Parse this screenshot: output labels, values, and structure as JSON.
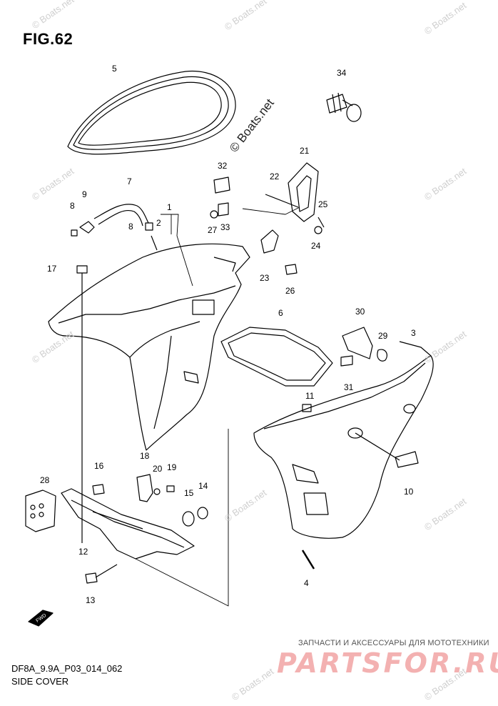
{
  "figure": {
    "title": "FIG.62",
    "code": "DF8A_9.9A_P03_014_062",
    "caption": "SIDE COVER",
    "direction_tag": "FWD"
  },
  "watermarks": {
    "site": "© Boats.net",
    "shop_line": "ЗАПЧАСТИ И АКСЕССУАРЫ ДЛЯ МОТОТЕХНИКИ",
    "shop_logo": "PARTSFOR.RU"
  },
  "callouts": [
    "1",
    "2",
    "3",
    "4",
    "5",
    "6",
    "7",
    "8",
    "8",
    "9",
    "10",
    "11",
    "12",
    "13",
    "14",
    "15",
    "16",
    "17",
    "18",
    "19",
    "20",
    "21",
    "22",
    "23",
    "24",
    "25",
    "26",
    "27",
    "28",
    "29",
    "30",
    "31",
    "32",
    "33",
    "34"
  ]
}
